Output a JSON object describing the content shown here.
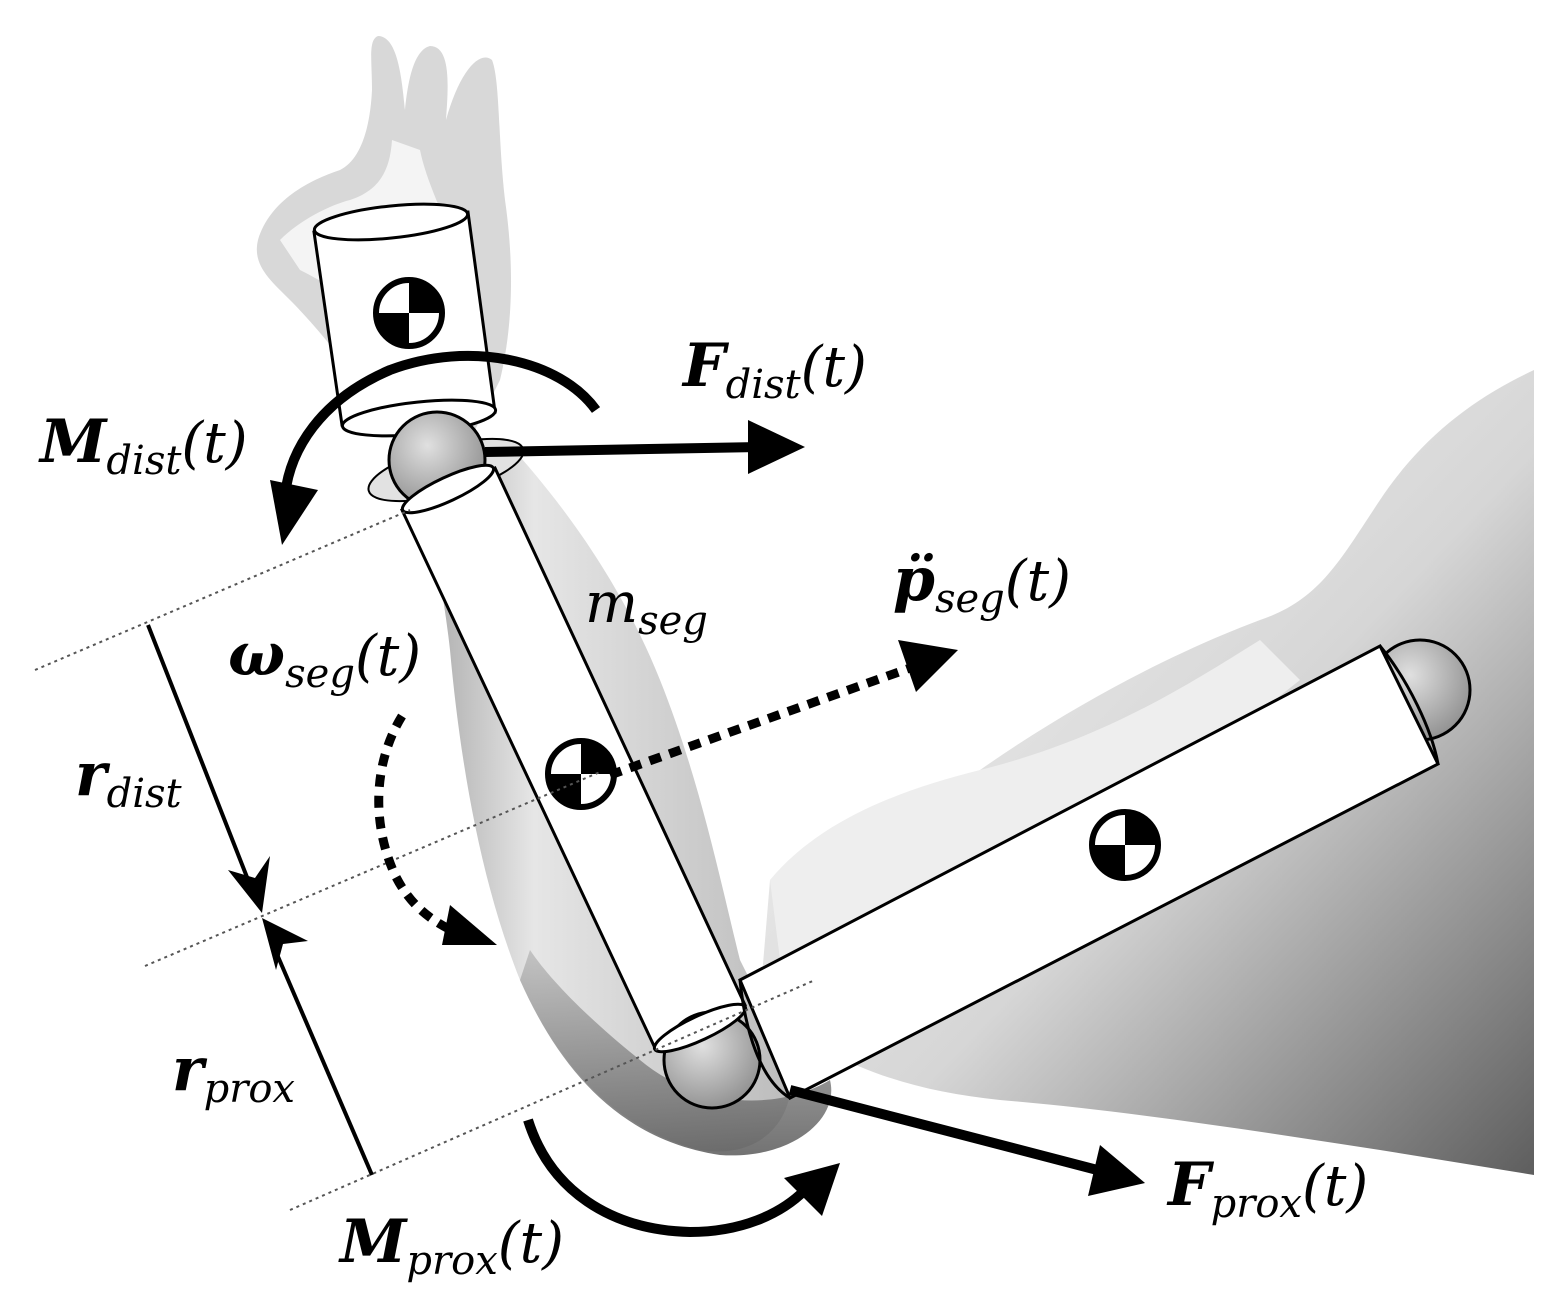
{
  "labels": {
    "f_dist": {
      "main": "F",
      "sub": "dist",
      "arg": "(t)"
    },
    "m_dist": {
      "main": "M",
      "sub": "dist",
      "arg": "(t)"
    },
    "p_seg": {
      "main": "p̈",
      "sub": "seg",
      "arg": "(t)"
    },
    "m_seg": {
      "main": "m",
      "sub": "seg"
    },
    "omega_seg": {
      "main": "ω",
      "sub": "seg",
      "arg": "(t)"
    },
    "r_dist": {
      "main": "r",
      "sub": "dist"
    },
    "r_prox": {
      "main": "r",
      "sub": "prox"
    },
    "f_prox": {
      "main": "F",
      "sub": "prox",
      "arg": "(t)"
    },
    "m_prox": {
      "main": "M",
      "sub": "prox",
      "arg": "(t)"
    }
  },
  "colors": {
    "ink": "#000000",
    "skin_light": "#f2f2f2",
    "skin_mid": "#c8c8c8",
    "skin_dark": "#6e6e6e",
    "joint": "#b4b4b4"
  },
  "icons": [
    "center-of-mass-icon"
  ]
}
